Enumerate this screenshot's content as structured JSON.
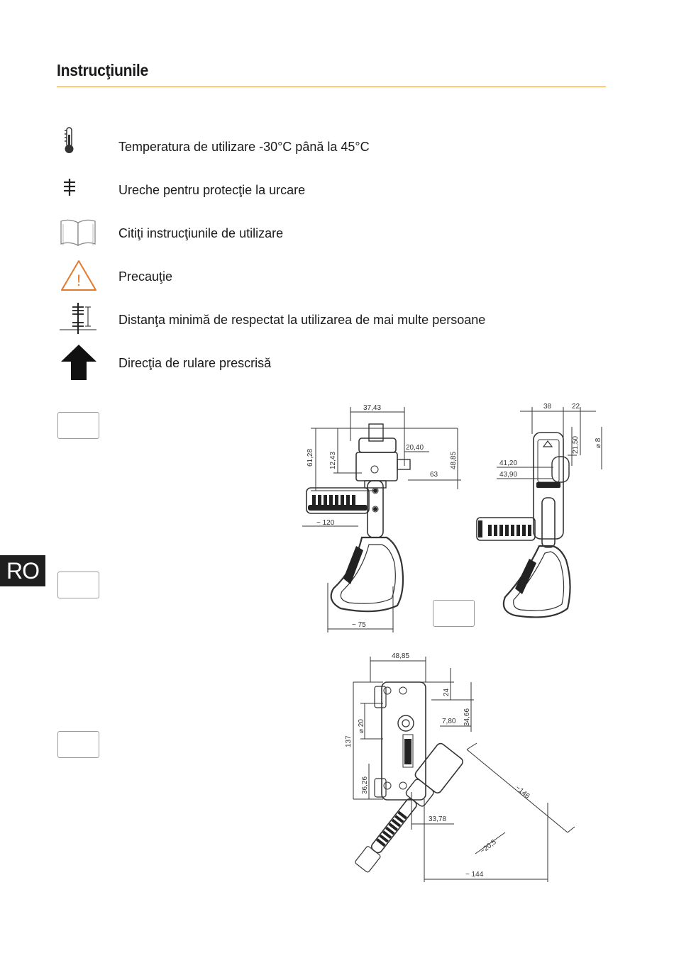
{
  "page": {
    "title": "Instrucţiunile",
    "language_tab": "RO",
    "accent_color": "#e59a45"
  },
  "legend": [
    {
      "icon": "thermometer-icon",
      "text": "Temperatura de utilizare -30°C până la 45°C"
    },
    {
      "icon": "climbing-ear-icon",
      "text": "Ureche pentru protecţie la urcare"
    },
    {
      "icon": "open-book-icon",
      "text": "Citiţi instrucţiunile de utilizare"
    },
    {
      "icon": "warning-triangle-icon",
      "text": "Precauţie"
    },
    {
      "icon": "minimum-distance-icon",
      "text": "Distanţa minimă de respectat la utilizarea de mai multe persoane"
    },
    {
      "icon": "up-arrow-icon",
      "text": "Direcţia de rulare prescrisă"
    }
  ],
  "drawings": {
    "front": {
      "d1": "37,43",
      "d2": "20,40",
      "d3": "61,28",
      "d4": "12,43",
      "d5": "48,85",
      "d6": "63",
      "d7": "~ 120",
      "d8": "~ 75"
    },
    "side": {
      "d1": "38",
      "d2": "22",
      "d3": "21,50",
      "d4": "⌀ 8",
      "d5": "41,20",
      "d6": "43,90"
    },
    "top": {
      "d1": "48,85",
      "d2": "24",
      "d3": "34,66",
      "d4": "7,80",
      "d5": "⌀ 20",
      "d6": "137",
      "d7": "36,26",
      "d8": "33,78",
      "d9": "~146",
      "d10": "~20,5",
      "d11": "~ 144"
    }
  }
}
